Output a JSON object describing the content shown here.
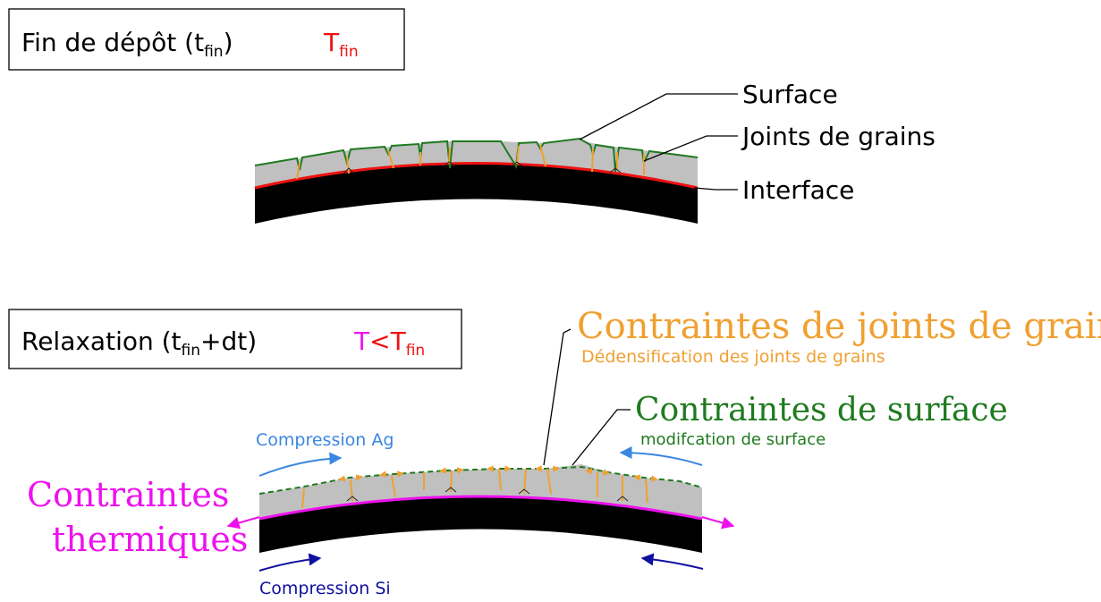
{
  "panel_top": {
    "title_prefix": "Fin de dépôt (t",
    "title_sub": "fin",
    "title_suffix": ")",
    "temp_T": "T",
    "temp_sub": "fin",
    "labels": {
      "surface": "Surface",
      "grain_boundaries": "Joints de grains",
      "interface": "Interface"
    }
  },
  "panel_bottom": {
    "title_prefix": "Relaxation (t",
    "title_sub": "fin",
    "title_suffix": "+dt)",
    "temp_T": "T",
    "temp_lt": "<T",
    "temp_sub": "fin",
    "gb_stress_title": "Contraintes de joints de grains",
    "gb_stress_sub": "Dédensification des joints de grains",
    "surface_stress_title": "Contraintes de surface",
    "surface_stress_sub": "modifcation de surface",
    "thermal_line1": "Contraintes",
    "thermal_line2": "thermiques",
    "compression_ag": "Compression Ag",
    "compression_si": "Compression Si"
  },
  "colors": {
    "surface": "#1f7a1f",
    "grain_boundary": "#f0a030",
    "interface_red": "#ee1111",
    "thermal_magenta": "#ee11ee",
    "film": "#c0c0c0",
    "substrate": "#000000",
    "ag_blue": "#3a87e0",
    "si_blue": "#1010a0"
  }
}
